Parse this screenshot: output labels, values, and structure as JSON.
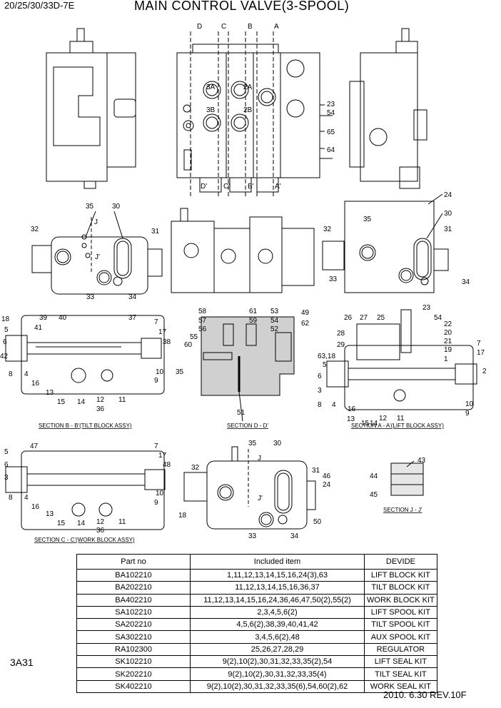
{
  "header": {
    "model_code": "20/25/30/33D-7E",
    "title": "MAIN CONTROL VALVE(3-SPOOL)"
  },
  "views": {
    "top": {
      "spools_top": [
        "D",
        "C",
        "B",
        "A"
      ],
      "spools_bottom": [
        "D'",
        "C'",
        "B'",
        "A'"
      ],
      "ports": [
        "3A",
        "2A",
        "3B",
        "2B"
      ],
      "callouts": [
        "23",
        "54",
        "65",
        "64"
      ]
    },
    "lift_cover": {
      "callouts": [
        "35",
        "30",
        "32",
        "31",
        "33",
        "34"
      ],
      "section_marks": [
        "J",
        "J'"
      ]
    },
    "side_cover": {
      "callouts": [
        "24",
        "35",
        "30",
        "32",
        "31",
        "33",
        "34"
      ]
    },
    "section_b": {
      "caption": "SECTION B - B'(TILT BLOCK ASSY)",
      "callouts": [
        "18",
        "39",
        "40",
        "37",
        "41",
        "7",
        "5",
        "17",
        "6",
        "38",
        "42",
        "8",
        "4",
        "10",
        "9",
        "16",
        "13",
        "12",
        "11",
        "15",
        "14",
        "36"
      ]
    },
    "section_d": {
      "caption": "SECTION D - D'",
      "callouts": [
        "58",
        "61",
        "53",
        "49",
        "57",
        "59",
        "54",
        "62",
        "56",
        "52",
        "55",
        "60",
        "35",
        "51"
      ]
    },
    "section_a": {
      "caption": "SECTION A - A'(LIFT BLOCK ASSY)",
      "callouts": [
        "23",
        "26",
        "27",
        "25",
        "54",
        "22",
        "28",
        "20",
        "21",
        "29",
        "19",
        "63,18",
        "1",
        "7",
        "5",
        "17",
        "6",
        "2",
        "3",
        "8",
        "4",
        "16",
        "10",
        "9",
        "13",
        "15",
        "14",
        "12",
        "11"
      ]
    },
    "section_c": {
      "caption": "SECTION C - C'(WORK BLOCK ASSY)",
      "callouts": [
        "5",
        "47",
        "7",
        "6",
        "17",
        "3",
        "48",
        "8",
        "4",
        "10",
        "16",
        "9",
        "13",
        "12",
        "11",
        "15",
        "14",
        "36"
      ]
    },
    "work_cover": {
      "callouts": [
        "35",
        "30",
        "32",
        "31",
        "46",
        "24",
        "18",
        "50",
        "33",
        "34"
      ],
      "section_marks": [
        "J",
        "J'"
      ]
    },
    "section_j": {
      "caption": "SECTION J - J'",
      "callouts": [
        "43",
        "44",
        "45"
      ]
    }
  },
  "parts_table": {
    "headers": [
      "Part no",
      "Included item",
      "DEVIDE"
    ],
    "rows": [
      [
        "BA102210",
        "1,11,12,13,14,15,16,24(3),63",
        "LIFT BLOCK KIT"
      ],
      [
        "BA202210",
        "11,12,13,14,15,16,36,37",
        "TILT BLOCK KIT"
      ],
      [
        "BA402210",
        "11,12,13,14,15,16,24,36,46,47,50(2),55(2)",
        "WORK BLOCK KIT"
      ],
      [
        "SA102210",
        "2,3,4,5,6(2)",
        "LIFT SPOOL KIT"
      ],
      [
        "SA202210",
        "4,5,6(2),38,39,40,41,42",
        "TILT SPOOL KIT"
      ],
      [
        "SA302210",
        "3,4,5,6(2),48",
        "AUX SPOOL KIT"
      ],
      [
        "RA102300",
        "25,26,27,28,29",
        "REGULATOR"
      ],
      [
        "SK102210",
        "9(2),10(2),30,31,32,33,35(2),54",
        "LIFT SEAL KIT"
      ],
      [
        "SK202210",
        "9(2),10(2),30,31,32,33,35(4)",
        "TILT SEAL KIT"
      ],
      [
        "SK402210",
        "9(2),10(2),30,31,32,33,35(6),54,60(2),62",
        "WORK SEAL KIT"
      ]
    ]
  },
  "footer": {
    "sheet_code": "3A31",
    "revision": "2010. 6.30  REV.10F"
  }
}
